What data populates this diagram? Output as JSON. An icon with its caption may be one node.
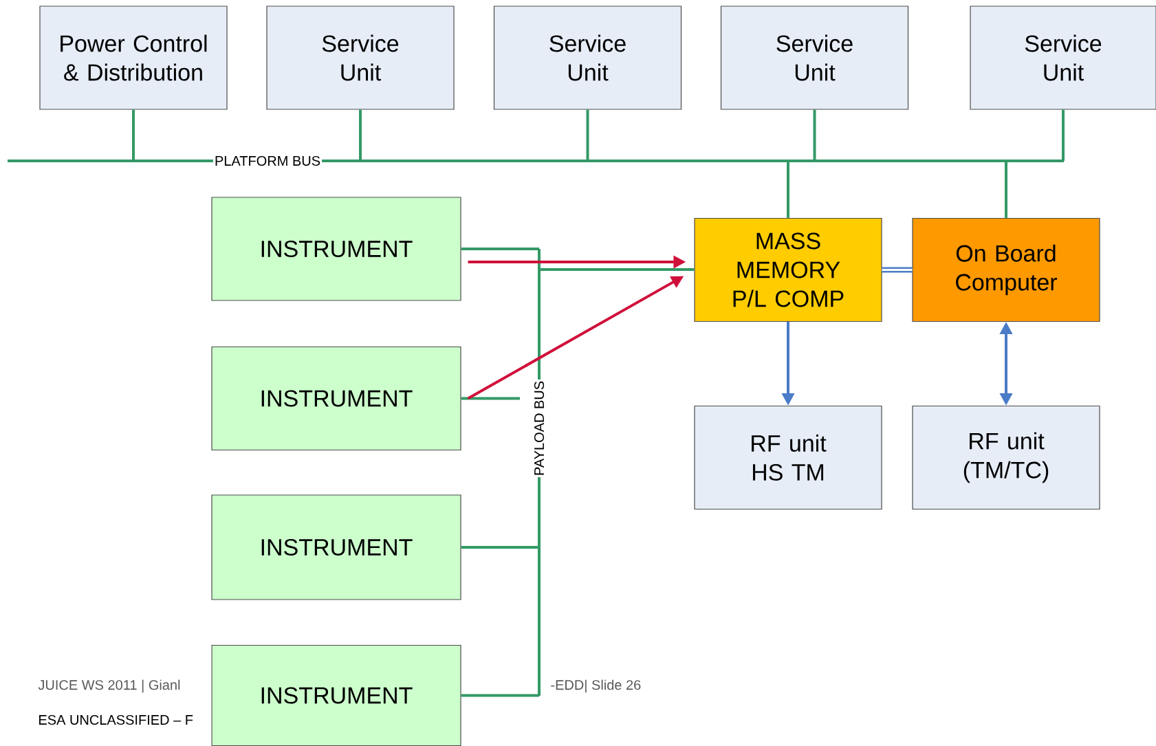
{
  "diagram": {
    "nodes": [
      {
        "text": [
          "Power Control & Distribution"
        ]
      },
      {
        "text": [
          "Service Unit"
        ]
      },
      {
        "text": [
          "Service Unit"
        ]
      },
      {
        "text": [
          "Service Unit"
        ]
      },
      {
        "text": [
          "Service Unit"
        ]
      },
      {
        "text": [
          "PLATFORM BUS"
        ]
      },
      {
        "text": [
          "INSTRUMENT"
        ]
      },
      {
        "text": [
          "INSTRUMENT"
        ]
      },
      {
        "text": [
          "INSTRUMENT"
        ]
      },
      {
        "text": [
          "INSTRUMENT"
        ]
      },
      {
        "text": [
          "PAYLOAD BUS"
        ]
      },
      {
        "text": [
          "MASS MEMORY P/L COMP"
        ]
      },
      {
        "text": [
          "On Board Computer"
        ]
      },
      {
        "text": [
          "RF unit HS TM"
        ]
      },
      {
        "text": [
          "RF unit (TM/TC)"
        ]
      }
    ],
    "edges": [
      {
        "from": 0,
        "to": 5,
        "arrow": "none"
      },
      {
        "from": 1,
        "to": 5,
        "arrow": "none"
      },
      {
        "from": 2,
        "to": 5,
        "arrow": "none"
      },
      {
        "from": 3,
        "to": 5,
        "arrow": "none"
      },
      {
        "from": 4,
        "to": 5,
        "arrow": "none"
      },
      {
        "from": 11,
        "to": 5,
        "arrow": "none"
      },
      {
        "from": 12,
        "to": 5,
        "arrow": "none"
      },
      {
        "from": 6,
        "to": 10,
        "arrow": "none"
      },
      {
        "from": 7,
        "to": 10,
        "arrow": "none"
      },
      {
        "from": 8,
        "to": 10,
        "arrow": "none"
      },
      {
        "from": 9,
        "to": 10,
        "arrow": "none"
      },
      {
        "from": 10,
        "to": 11,
        "arrow": "none"
      },
      {
        "from": 6,
        "to": 11,
        "arrow": "to",
        "color": "#d0103a"
      },
      {
        "from": 7,
        "to": 11,
        "arrow": "to",
        "color": "#d0103a"
      },
      {
        "from": 11,
        "to": 12,
        "arrow": "none",
        "style": "thick",
        "color": "#4a7cc7"
      },
      {
        "from": 11,
        "to": 13,
        "arrow": "to",
        "color": "#4a7cc7"
      },
      {
        "from": 12,
        "to": 14,
        "arrow": "both",
        "color": "#4a7cc7"
      }
    ],
    "labels": [
      "JUICE WS 2011 | Gianl",
      "-EDD| Slide 26",
      "ESA UNCLASSIFIED – F"
    ]
  }
}
